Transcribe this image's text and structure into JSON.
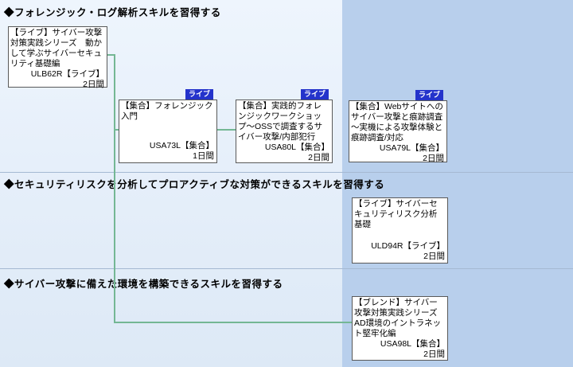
{
  "colors": {
    "band_background": "#b8cfec",
    "page_background_top": "#eef5fd",
    "page_background_bottom": "#dde9f6",
    "connector_green": "#74b794",
    "badge_blue": "#2433cb",
    "box_border": "#595959",
    "divider": "#a5b9d2"
  },
  "sections": [
    {
      "header": "◆フォレンジック・ログ解析スキルを習得する"
    },
    {
      "header": "◆セキュリティリスクを分析してプロアクティブな対策ができるスキルを習得する"
    },
    {
      "header": "◆サイバー攻撃に備えた環境を構築できるスキルを習得する"
    }
  ],
  "courses": [
    {
      "title": "【ライブ】サイバー攻撃対策実践シリーズ　動かして学ぶサイバーセキュリティ基礎編",
      "code": "ULB62R【ライブ】",
      "days": "2日間"
    },
    {
      "title": "【集合】フォレンジック入門",
      "code": "USA73L【集合】",
      "days": "1日間",
      "badge": "ライブ"
    },
    {
      "title": "【集合】実践的フォレンジックワークショップ～OSSで調査するサイバー攻撃/内部犯行",
      "code": "USA80L【集合】",
      "days": "2日間",
      "badge": "ライブ"
    },
    {
      "title": "【集合】Webサイトへのサイバー攻撃と痕跡調査～実機による攻撃体験と痕跡調査/対応",
      "code": "USA79L【集合】",
      "days": "2日間",
      "badge": "ライブ"
    },
    {
      "title": "【ライブ】サイバーセキュリティリスク分析基礎",
      "code": "ULD94R【ライブ】",
      "days": "2日間"
    },
    {
      "title": "【ブレンド】サイバー攻撃対策実践シリーズ　AD環境のイントラネット堅牢化編",
      "code": "USA98L【集合】",
      "days": "2日間"
    }
  ]
}
